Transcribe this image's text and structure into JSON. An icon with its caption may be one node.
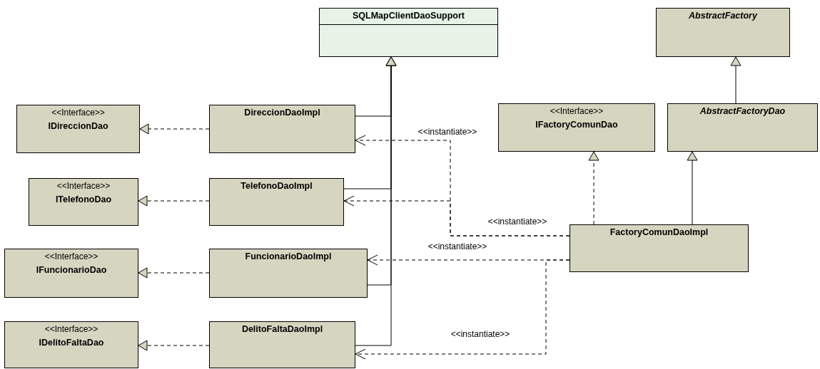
{
  "diagram": {
    "nodes": [
      {
        "text": [
          "SQLMapClientDaoSupport"
        ]
      },
      {
        "text": [
          "AbstractFactory"
        ]
      },
      {
        "text": [
          "<<Interface>>",
          "IDireccionDao"
        ]
      },
      {
        "text": [
          "DireccionDaoImpl"
        ]
      },
      {
        "text": [
          "<<Interface>>",
          "IFactoryComunDao"
        ]
      },
      {
        "text": [
          "AbstractFactoryDao"
        ]
      },
      {
        "text": [
          "<<Interface>>",
          "ITelefonoDao"
        ]
      },
      {
        "text": [
          "TelefonoDaoImpl"
        ]
      },
      {
        "text": [
          "FactoryComunDaoImpl"
        ]
      },
      {
        "text": [
          "<<Interface>>",
          "IFuncionarioDao"
        ]
      },
      {
        "text": [
          "FuncionarioDaoImpl"
        ]
      },
      {
        "text": [
          "<<Interface>>",
          "IDelitoFaltaDao"
        ]
      },
      {
        "text": [
          "DelitoFaltaDaoImpl"
        ]
      }
    ],
    "edges": [
      {
        "from": 3,
        "to": 0,
        "arrow": "to"
      },
      {
        "from": 7,
        "to": 0,
        "arrow": "to"
      },
      {
        "from": 10,
        "to": 0,
        "arrow": "to"
      },
      {
        "from": 12,
        "to": 0,
        "arrow": "to"
      },
      {
        "from": 3,
        "to": 2,
        "arrow": "to",
        "style": "dashed"
      },
      {
        "from": 7,
        "to": 6,
        "arrow": "to",
        "style": "dashed"
      },
      {
        "from": 10,
        "to": 9,
        "arrow": "to",
        "style": "dashed"
      },
      {
        "from": 12,
        "to": 11,
        "arrow": "to",
        "style": "dashed"
      },
      {
        "from": 5,
        "to": 1,
        "arrow": "to"
      },
      {
        "from": 8,
        "to": 4,
        "arrow": "to",
        "style": "dashed"
      },
      {
        "from": 8,
        "to": 5,
        "arrow": "to"
      },
      {
        "from": 8,
        "to": 3,
        "arrow": "to",
        "style": "dashed",
        "label": "<<instantiate>>"
      },
      {
        "from": 8,
        "to": 7,
        "arrow": "to",
        "style": "dashed",
        "label": "<<instantiate>>"
      },
      {
        "from": 8,
        "to": 10,
        "arrow": "to",
        "style": "dashed",
        "label": "<<instantiate>>"
      },
      {
        "from": 8,
        "to": 12,
        "arrow": "to",
        "style": "dashed",
        "label": "<<instantiate>>"
      }
    ]
  }
}
